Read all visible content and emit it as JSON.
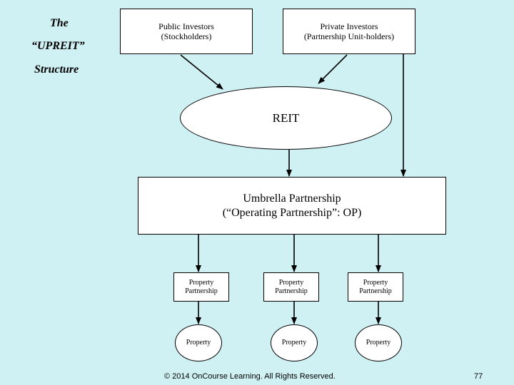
{
  "title": {
    "line1": "The",
    "line2": "“UPREIT”",
    "line3": "Structure"
  },
  "nodes": {
    "public_investors": {
      "line1": "Public Investors",
      "line2": "(Stockholders)"
    },
    "private_investors": {
      "line1": "Private Investors",
      "line2": "(Partnership Unit-holders)"
    },
    "reit": {
      "label": "REIT"
    },
    "umbrella": {
      "line1": "Umbrella Partnership",
      "line2": "(“Operating Partnership”: OP)"
    },
    "property_partnerships": [
      {
        "line1": "Property",
        "line2": "Partnership"
      },
      {
        "line1": "Property",
        "line2": "Partnership"
      },
      {
        "line1": "Property",
        "line2": "Partnership"
      }
    ],
    "properties": [
      {
        "label": "Property"
      },
      {
        "label": "Property"
      },
      {
        "label": "Property"
      }
    ]
  },
  "footer": {
    "copyright": "© 2014 OnCourse Learning. All Rights Reserved.",
    "page_number": "77"
  }
}
